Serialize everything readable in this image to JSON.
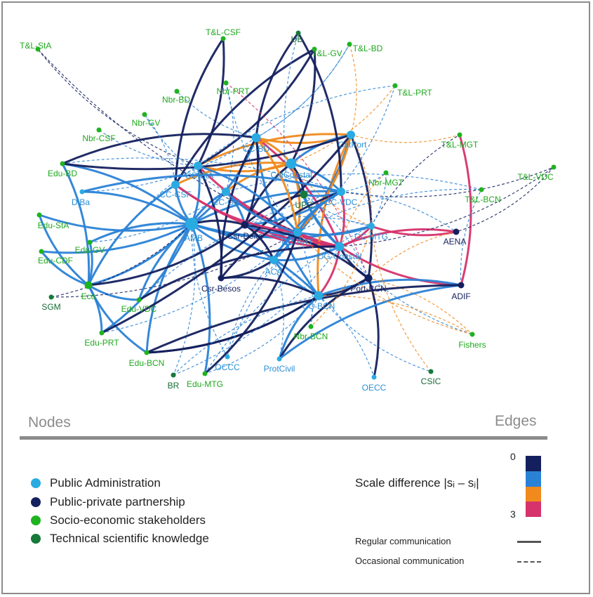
{
  "legend": {
    "nodes_title": "Nodes",
    "edges_title": "Edges",
    "node_types": [
      {
        "label": "Public Administration",
        "color": "#29abe2"
      },
      {
        "label": "Public-private partnership",
        "color": "#14205e"
      },
      {
        "label": "Socio-economic stakeholders",
        "color": "#1fb31f"
      },
      {
        "label": "Technical scientific knowledge",
        "color": "#157a3a"
      }
    ],
    "scale_label": "Scale difference |sᵢ – sⱼ|",
    "scale_min": "0",
    "scale_max": "3",
    "scale_colors": [
      "#14205e",
      "#2a82d6",
      "#f08a1c",
      "#d6336c"
    ],
    "regular_label": "Regular communication",
    "occasional_label": "Occasional communication"
  },
  "nodes": [
    {
      "id": "T&L-StA",
      "type": 2
    },
    {
      "id": "T&L-CSF",
      "type": 2
    },
    {
      "id": "UB",
      "type": 3
    },
    {
      "id": "T&L-GV",
      "type": 2
    },
    {
      "id": "T&L-BD",
      "type": 2
    },
    {
      "id": "Nbr-PRT",
      "type": 2
    },
    {
      "id": "T&L-PRT",
      "type": 2
    },
    {
      "id": "Nbr-BD",
      "type": 2
    },
    {
      "id": "Nbr-GV",
      "type": 2
    },
    {
      "id": "Nbr-CSF",
      "type": 2
    },
    {
      "id": "CC-BD",
      "type": 0
    },
    {
      "id": "CatPort",
      "type": 0
    },
    {
      "id": "T&L-MGT",
      "type": 2
    },
    {
      "id": "T&L-VDC",
      "type": 2
    },
    {
      "id": "Edu-BD",
      "type": 2
    },
    {
      "id": "CC-StA",
      "type": 0
    },
    {
      "id": "CatCoastal",
      "type": 0
    },
    {
      "id": "Nbr-MGT",
      "type": 2
    },
    {
      "id": "T&L-BCN",
      "type": 2
    },
    {
      "id": "CC-CSF",
      "type": 0
    },
    {
      "id": "DiBa",
      "type": 0
    },
    {
      "id": "CC-GV",
      "type": 0
    },
    {
      "id": "UPC",
      "type": 3
    },
    {
      "id": "CC-VDC",
      "type": 0
    },
    {
      "id": "Edu-StA",
      "type": 2
    },
    {
      "id": "AMB",
      "type": 0
    },
    {
      "id": "Csr-Delta",
      "type": 1
    },
    {
      "id": "CC-PRT",
      "type": 0
    },
    {
      "id": "CC-MTG",
      "type": 0
    },
    {
      "id": "AENA",
      "type": 1
    },
    {
      "id": "DG-Coastal",
      "type": 0
    },
    {
      "id": "Edu-GV",
      "type": 2
    },
    {
      "id": "Edu-CDF",
      "type": 2
    },
    {
      "id": "ACA",
      "type": 0
    },
    {
      "id": "Csr-Besos",
      "type": 1
    },
    {
      "id": "Port-BCN",
      "type": 1
    },
    {
      "id": "ADIF",
      "type": 1
    },
    {
      "id": "SGM",
      "type": 3
    },
    {
      "id": "Eco",
      "type": 2
    },
    {
      "id": "Edu-VDC",
      "type": 2
    },
    {
      "id": "CC-BCN",
      "type": 0
    },
    {
      "id": "Nbr-BCN",
      "type": 2
    },
    {
      "id": "Edu-PRT",
      "type": 2
    },
    {
      "id": "Fishers",
      "type": 2
    },
    {
      "id": "Edu-BCN",
      "type": 2
    },
    {
      "id": "OCCC",
      "type": 0
    },
    {
      "id": "ProtCivil",
      "type": 0
    },
    {
      "id": "CSIC",
      "type": 3
    },
    {
      "id": "BR",
      "type": 3
    },
    {
      "id": "Edu-MTG",
      "type": 2
    },
    {
      "id": "OECC",
      "type": 0
    }
  ],
  "edges": [
    [
      "AMB",
      "Eco",
      1,
      1
    ],
    [
      "AMB",
      "Edu-BD",
      1,
      1
    ],
    [
      "AMB",
      "Edu-StA",
      1,
      1
    ],
    [
      "AMB",
      "Edu-GV",
      1,
      1
    ],
    [
      "AMB",
      "Edu-CDF",
      1,
      1
    ],
    [
      "AMB",
      "Edu-VDC",
      1,
      1
    ],
    [
      "AMB",
      "Edu-PRT",
      1,
      1
    ],
    [
      "AMB",
      "Edu-BCN",
      1,
      1
    ],
    [
      "AMB",
      "Edu-MTG",
      1,
      1
    ],
    [
      "AMB",
      "DiBa",
      1,
      1
    ],
    [
      "AMB",
      "CC-CSF",
      1,
      1
    ],
    [
      "AMB",
      "CC-StA",
      1,
      1
    ],
    [
      "AMB",
      "CC-GV",
      1,
      1
    ],
    [
      "AMB",
      "CC-BD",
      1,
      1
    ],
    [
      "AMB",
      "CC-VDC",
      1,
      1
    ],
    [
      "AMB",
      "CC-PRT",
      1,
      1
    ],
    [
      "AMB",
      "CC-BCN",
      1,
      1
    ],
    [
      "AMB",
      "CC-MTG",
      1,
      1
    ],
    [
      "AMB",
      "Csr-Delta",
      0,
      1
    ],
    [
      "AMB",
      "ACA",
      1,
      1
    ],
    [
      "AMB",
      "BR",
      1,
      0
    ],
    [
      "AMB",
      "OCCC",
      1,
      0
    ],
    [
      "AMB",
      "SGM",
      0,
      0
    ],
    [
      "Eco",
      "Edu-BD",
      1,
      1
    ],
    [
      "Eco",
      "Edu-StA",
      1,
      1
    ],
    [
      "Eco",
      "Edu-GV",
      1,
      1
    ],
    [
      "Eco",
      "Edu-CDF",
      1,
      1
    ],
    [
      "Eco",
      "Edu-VDC",
      1,
      1
    ],
    [
      "Eco",
      "Edu-PRT",
      1,
      1
    ],
    [
      "Eco",
      "Edu-BCN",
      1,
      1
    ],
    [
      "Eco",
      "CC-CSF",
      1,
      1
    ],
    [
      "Eco",
      "Csr-Delta",
      0,
      1
    ],
    [
      "Eco",
      "CC-StA",
      1,
      0
    ],
    [
      "Edu-BCN",
      "CC-BCN",
      0,
      1
    ],
    [
      "Edu-MTG",
      "CC-MTG",
      1,
      0
    ],
    [
      "Edu-PRT",
      "CC-PRT",
      1,
      0
    ],
    [
      "Edu-VDC",
      "CC-VDC",
      1,
      0
    ],
    [
      "Edu-GV",
      "CC-GV",
      1,
      0
    ],
    [
      "CC-BD",
      "Nbr-BD",
      1,
      0
    ],
    [
      "CC-BD",
      "T&L-BD",
      1,
      0
    ],
    [
      "CC-BD",
      "UB",
      0,
      1
    ],
    [
      "CC-BD",
      "CatPort",
      2,
      1
    ],
    [
      "CC-BD",
      "CatCoastal",
      2,
      1
    ],
    [
      "CC-BD",
      "Edu-BD",
      0,
      1
    ],
    [
      "CC-BD",
      "DG-Coastal",
      3,
      1
    ],
    [
      "CC-BD",
      "CC-BCN",
      1,
      1
    ],
    [
      "CC-StA",
      "CatPort",
      2,
      1
    ],
    [
      "CC-StA",
      "CatCoastal",
      2,
      1
    ],
    [
      "CC-StA",
      "T&L-StA",
      0,
      0
    ],
    [
      "CC-StA",
      "T&L-CSF",
      0,
      1
    ],
    [
      "CC-StA",
      "Nbr-CSF",
      1,
      0
    ],
    [
      "CC-StA",
      "DG-Coastal",
      3,
      1
    ],
    [
      "CC-CSF",
      "CatCoastal",
      2,
      1
    ],
    [
      "CC-CSF",
      "Nbr-GV",
      1,
      0
    ],
    [
      "CC-CSF",
      "T&L-GV",
      0,
      1
    ],
    [
      "CC-CSF",
      "DG-Coastal",
      3,
      1
    ],
    [
      "CC-GV",
      "CatCoastal",
      2,
      1
    ],
    [
      "CC-GV",
      "Nbr-PRT",
      1,
      0
    ],
    [
      "CC-GV",
      "T&L-BCN",
      1,
      0
    ],
    [
      "CC-GV",
      "DG-Coastal",
      3,
      1
    ],
    [
      "CatCoastal",
      "CatPort",
      1,
      1
    ],
    [
      "CatCoastal",
      "DG-Coastal",
      1,
      1
    ],
    [
      "CatCoastal",
      "CC-VDC",
      1,
      1
    ],
    [
      "CatCoastal",
      "T&L-PRT",
      2,
      0
    ],
    [
      "CatCoastal",
      "CC-PRT",
      2,
      1
    ],
    [
      "CatCoastal",
      "CC-MTG",
      2,
      0
    ],
    [
      "CatCoastal",
      "UPC",
      0,
      1
    ],
    [
      "CatCoastal",
      "T&L-GV",
      0,
      1
    ],
    [
      "CatPort",
      "Port-BCN",
      0,
      1
    ],
    [
      "CatPort",
      "CC-BCN",
      2,
      1
    ],
    [
      "CatPort",
      "ACA",
      1,
      1
    ],
    [
      "CatPort",
      "T&L-BD",
      2,
      0
    ],
    [
      "CatPort",
      "CC-PRT",
      2,
      1
    ],
    [
      "CatPort",
      "T&L-MGT",
      2,
      0
    ],
    [
      "CatPort",
      "CC-MTG",
      2,
      0
    ],
    [
      "DG-Coastal",
      "CC-VDC",
      3,
      1
    ],
    [
      "DG-Coastal",
      "CC-PRT",
      3,
      1
    ],
    [
      "DG-Coastal",
      "CC-MTG",
      3,
      1
    ],
    [
      "DG-Coastal",
      "CC-BCN",
      3,
      1
    ],
    [
      "DG-Coastal",
      "Port-BCN",
      0,
      1
    ],
    [
      "DG-Coastal",
      "AENA",
      3,
      1
    ],
    [
      "DG-Coastal",
      "ADIF",
      3,
      1
    ],
    [
      "DG-Coastal",
      "Csr-Delta",
      3,
      1
    ],
    [
      "DG-Coastal",
      "Fishers",
      1,
      0
    ],
    [
      "DG-Coastal",
      "Nbr-MGT",
      2,
      0
    ],
    [
      "DG-Coastal",
      "T&L-VDC",
      0,
      0
    ],
    [
      "DG-Coastal",
      "UPC",
      1,
      1
    ],
    [
      "ACA",
      "CC-BCN",
      1,
      1
    ],
    [
      "ACA",
      "CC-PRT",
      1,
      1
    ],
    [
      "ACA",
      "Csr-Delta",
      0,
      1
    ],
    [
      "ACA",
      "Csr-Besos",
      0,
      1
    ],
    [
      "ACA",
      "DG-Coastal",
      1,
      1
    ],
    [
      "ACA",
      "CC-VDC",
      1,
      1
    ],
    [
      "ACA",
      "OCCC",
      1,
      0
    ],
    [
      "ACA",
      "ProtCivil",
      1,
      0
    ],
    [
      "CC-BCN",
      "Port-BCN",
      0,
      1
    ],
    [
      "CC-BCN",
      "ADIF",
      1,
      1
    ],
    [
      "CC-BCN",
      "Nbr-BCN",
      1,
      0
    ],
    [
      "CC-BCN",
      "Fishers",
      2,
      0
    ],
    [
      "CC-BCN",
      "Csr-Besos",
      0,
      1
    ],
    [
      "CC-BCN",
      "OECC",
      1,
      0
    ],
    [
      "CC-BCN",
      "CSIC",
      1,
      0
    ],
    [
      "CC-BCN",
      "Edu-MTG",
      1,
      0
    ],
    [
      "CC-BCN",
      "ProtCivil",
      1,
      1
    ],
    [
      "CC-BCN",
      "Edu-BCN",
      0,
      1
    ],
    [
      "CC-VDC",
      "T&L-VDC",
      0,
      0
    ],
    [
      "CC-VDC",
      "AENA",
      1,
      0
    ],
    [
      "CC-VDC",
      "Nbr-MGT",
      1,
      0
    ],
    [
      "CC-VDC",
      "UPC",
      1,
      1
    ],
    [
      "CC-MTG",
      "AENA",
      3,
      1
    ],
    [
      "CC-MTG",
      "T&L-MGT",
      0,
      0
    ],
    [
      "CC-MTG",
      "Nbr-MGT",
      1,
      0
    ],
    [
      "T&L-MGT",
      "ADIF",
      3,
      1
    ],
    [
      "AENA",
      "Port-BCN",
      2,
      0
    ],
    [
      "Port-BCN",
      "OECC",
      0,
      1
    ],
    [
      "Port-BCN",
      "ProtCivil",
      0,
      1
    ],
    [
      "Port-BCN",
      "Fishers",
      2,
      0
    ],
    [
      "ADIF",
      "ProtCivil",
      1,
      1
    ],
    [
      "ADIF",
      "T&L-BCN",
      1,
      0
    ],
    [
      "Csr-Delta",
      "CC-PRT",
      1,
      1
    ],
    [
      "Csr-Delta",
      "CatCoastal",
      0,
      1
    ],
    [
      "Csr-Delta",
      "CC-BD",
      0,
      1
    ],
    [
      "Csr-Delta",
      "Port-BCN",
      0,
      1
    ],
    [
      "Csr-Delta",
      "CC-GV",
      1,
      1
    ],
    [
      "Csr-Delta",
      "UPC",
      0,
      1
    ],
    [
      "Csr-Delta",
      "CC-VDC",
      1,
      1
    ],
    [
      "Csr-Besos",
      "CC-BD",
      0,
      1
    ],
    [
      "Csr-Besos",
      "CC-StA",
      0,
      1
    ],
    [
      "Csr-Besos",
      "CC-VDC",
      0,
      1
    ],
    [
      "T&L-CSF",
      "CC-CSF",
      0,
      1
    ],
    [
      "UB",
      "CC-VDC",
      0,
      1
    ],
    [
      "UB",
      "CC-PRT",
      1,
      0
    ],
    [
      "T&L-GV",
      "CC-StA",
      0,
      1
    ],
    [
      "Edu-BD",
      "CatPort",
      0,
      1
    ],
    [
      "Edu-BCN",
      "ADIF",
      0,
      1
    ],
    [
      "Edu-PRT",
      "CatPort",
      0,
      1
    ],
    [
      "Edu-VDC",
      "DG-Coastal",
      0,
      1
    ],
    [
      "SGM",
      "CC-PRT",
      0,
      0
    ],
    [
      "BR",
      "CC-BCN",
      1,
      0
    ],
    [
      "BR",
      "DG-Coastal",
      1,
      0
    ],
    [
      "OCCC",
      "CC-VDC",
      1,
      0
    ],
    [
      "Nbr-PRT",
      "CC-PRT",
      1,
      0
    ],
    [
      "Nbr-PRT",
      "Port-BCN",
      3,
      0
    ],
    [
      "Nbr-BCN",
      "CC-PRT",
      1,
      0
    ],
    [
      "T&L-PRT",
      "CC-PRT",
      1,
      0
    ],
    [
      "T&L-PRT",
      "CC-StA",
      1,
      0
    ],
    [
      "T&L-BD",
      "CC-BD",
      1,
      0
    ],
    [
      "Nbr-GV",
      "CC-GV",
      1,
      0
    ],
    [
      "DiBa",
      "CC-VDC",
      1,
      1
    ],
    [
      "DiBa",
      "CC-BD",
      1,
      0
    ],
    [
      "Csr-Delta",
      "CC-MTG",
      1,
      0
    ],
    [
      "CC-PRT",
      "CC-MTG",
      1,
      1
    ],
    [
      "CC-PRT",
      "CC-VDC",
      1,
      1
    ],
    [
      "CC-PRT",
      "Fishers",
      2,
      0
    ],
    [
      "CC-MTG",
      "Nbr-BCN",
      2,
      0
    ],
    [
      "T&L-StA",
      "CC-PRT",
      0,
      0
    ],
    [
      "UPC",
      "Port-BCN",
      1,
      0
    ],
    [
      "UPC",
      "CC-MTG",
      1,
      0
    ],
    [
      "CSIC",
      "CC-MTG",
      2,
      0
    ],
    [
      "Edu-MTG",
      "CC-PRT",
      0,
      1
    ],
    [
      "Edu-BD",
      "CC-VDC",
      1,
      0
    ],
    [
      "CC-CSF",
      "CC-PRT",
      3,
      1
    ],
    [
      "CC-StA",
      "CC-PRT",
      1,
      1
    ],
    [
      "CC-GV",
      "CC-PRT",
      1,
      1
    ],
    [
      "CC-BD",
      "CC-PRT",
      2,
      1
    ],
    [
      "T&L-BCN",
      "CC-PRT",
      1,
      0
    ],
    [
      "T&L-VDC",
      "AENA",
      0,
      0
    ]
  ]
}
